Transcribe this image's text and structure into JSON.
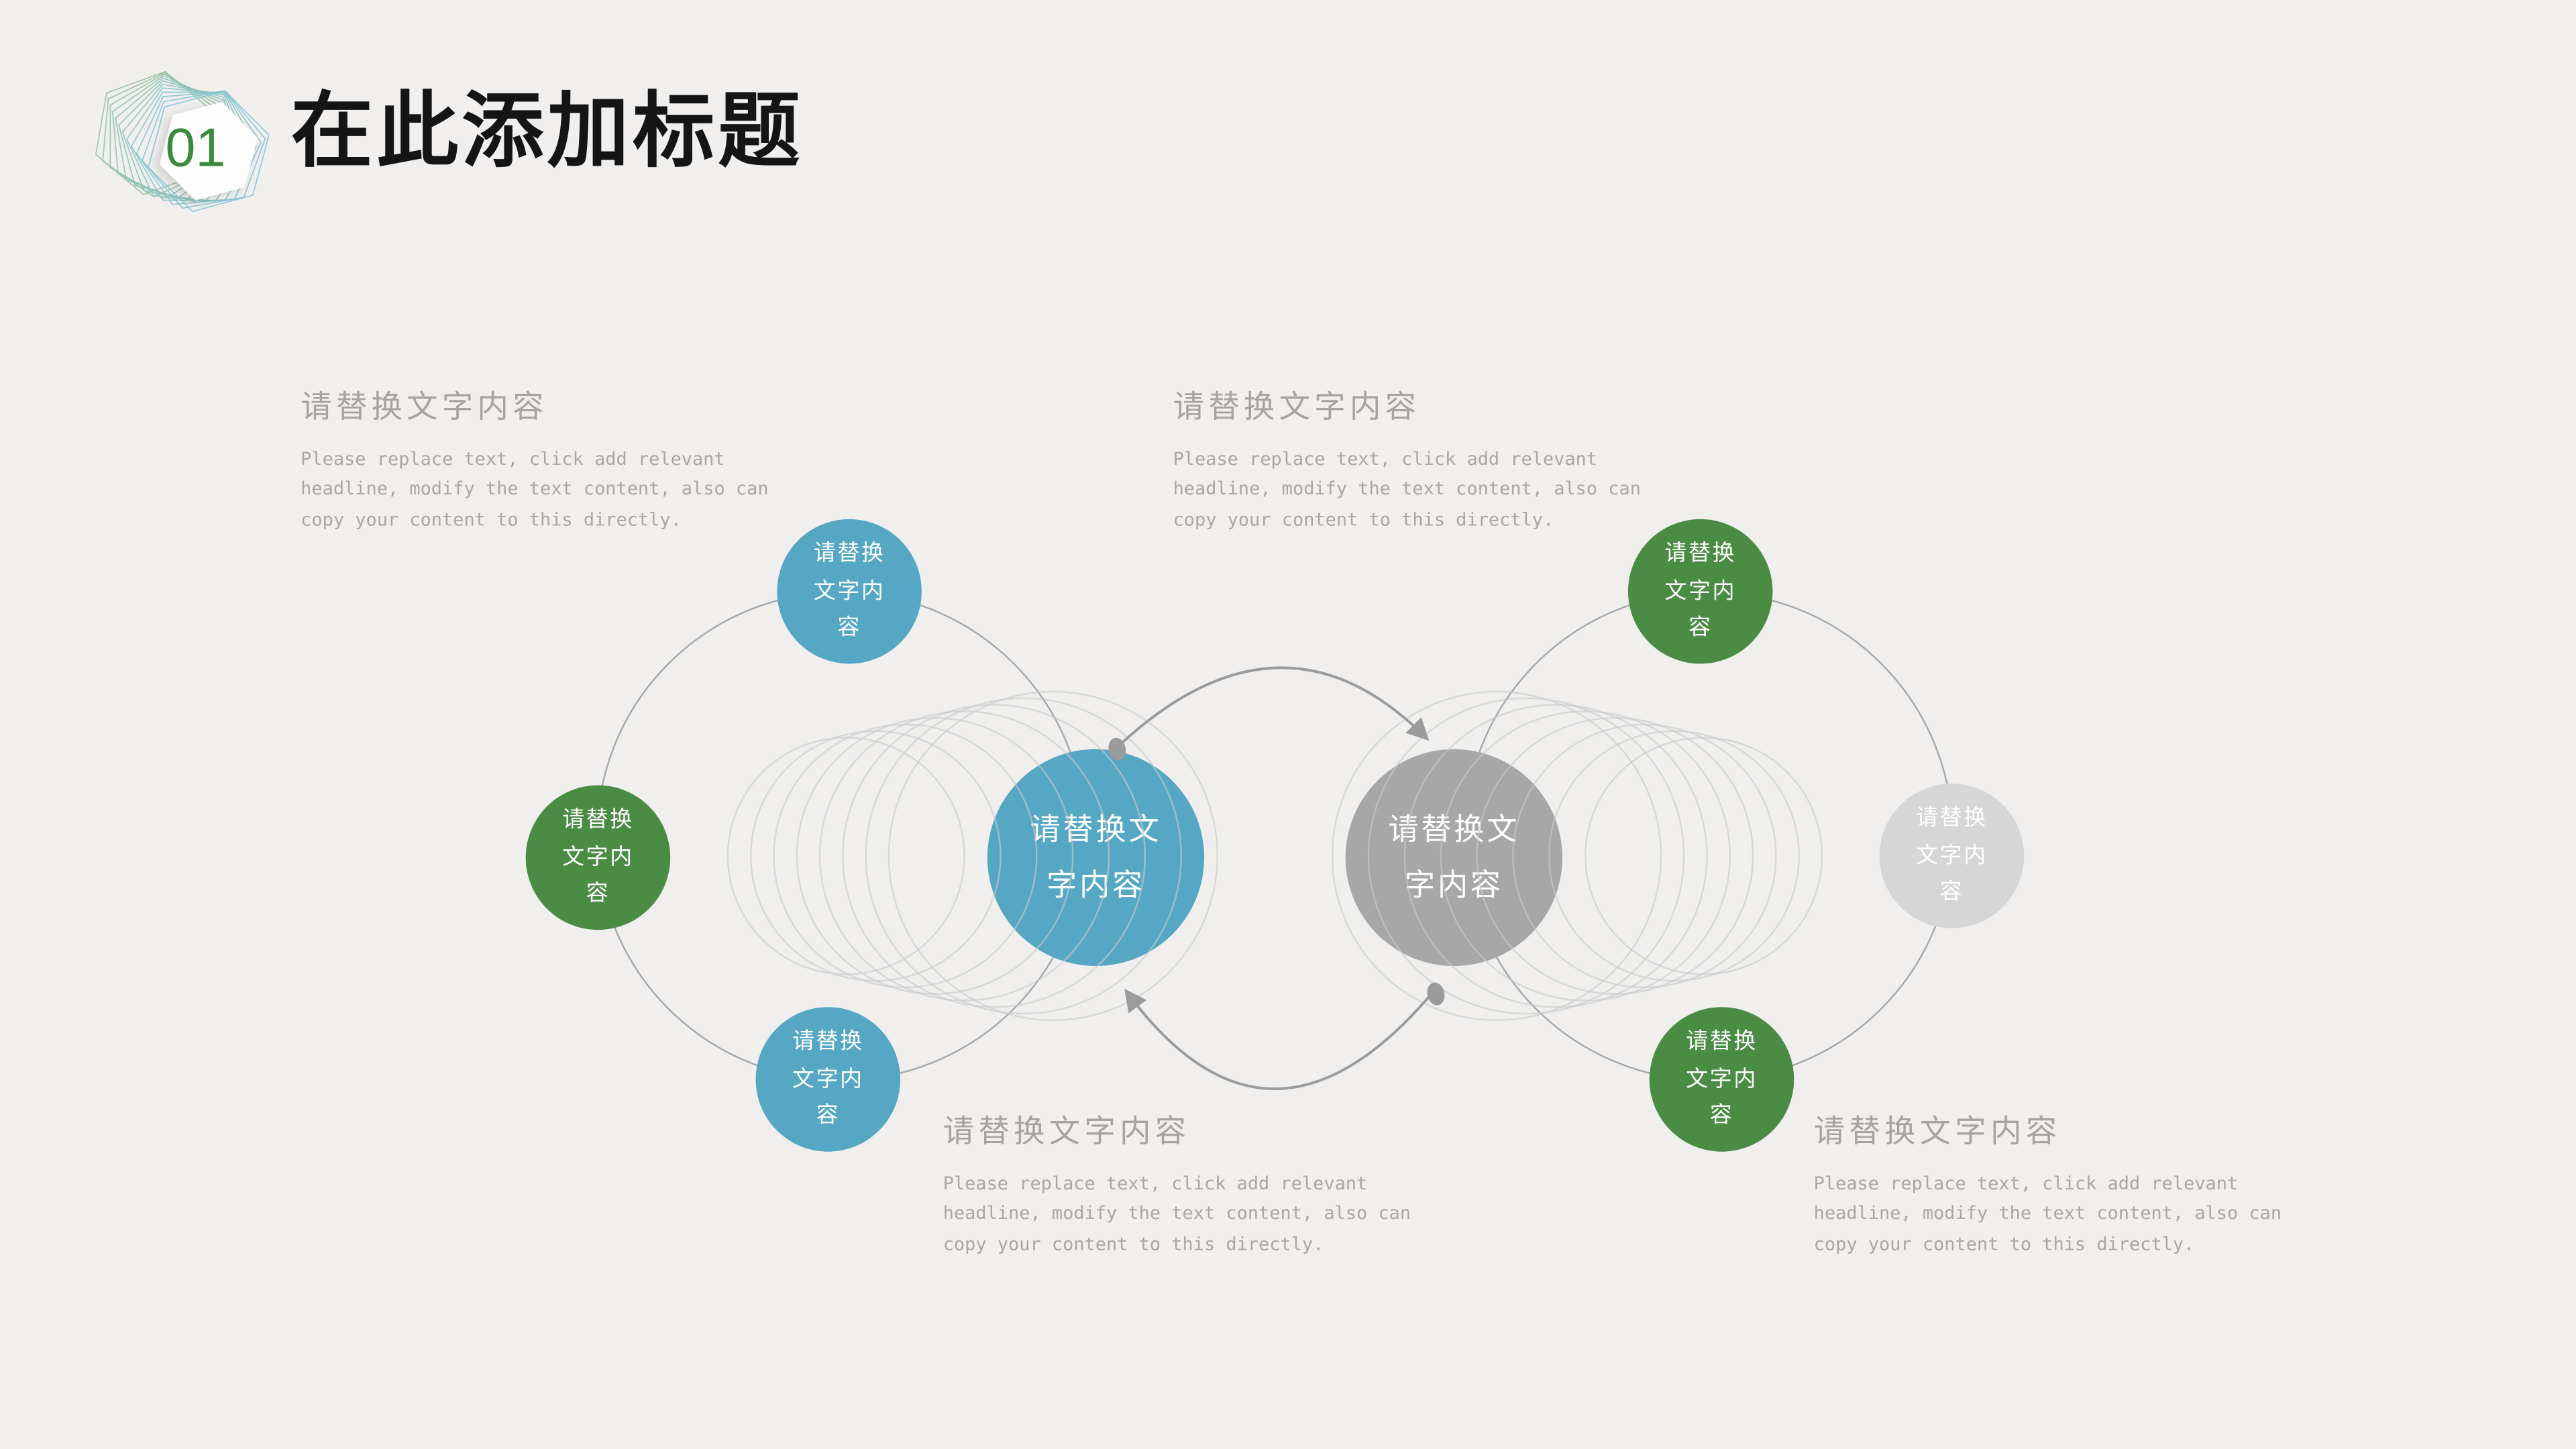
{
  "header": {
    "badge_number": "01",
    "title": "在此添加标题"
  },
  "colors": {
    "background": "#f0efee",
    "accent_blue": "#55a7c4",
    "accent_green": "#4b8c44",
    "accent_gray": "#a7a7a7",
    "accent_light_gray": "#d6d6d6",
    "badge_green": "#3e8a3d",
    "muted_text": "#a9a6a3",
    "line_gray": "#9b9b9b"
  },
  "text_blocks": [
    {
      "heading": "请替换文字内容",
      "body": "Please replace text, click add relevant headline, modify the text content, also can copy your content to this directly."
    },
    {
      "heading": "请替换文字内容",
      "body": "Please replace text, click add relevant headline, modify the text content, also can copy your content to this directly."
    },
    {
      "heading": "请替换文字内容",
      "body": "Please replace text, click add relevant headline, modify the text content, also can copy your content to this directly."
    },
    {
      "heading": "请替换文字内容",
      "body": "Please replace text, click add relevant headline, modify the text content, also can copy your content to this directly."
    }
  ],
  "diagram": {
    "nodes": {
      "left_hub": {
        "label": "请替换文字内容"
      },
      "right_hub": {
        "label": "请替换文字内容"
      },
      "left_top": {
        "label": "请替换文字内容"
      },
      "left_side": {
        "label": "请替换文字内容"
      },
      "left_bottom": {
        "label": "请替换文字内容"
      },
      "right_top": {
        "label": "请替换文字内容"
      },
      "right_side": {
        "label": "请替换文字内容"
      },
      "right_bottom": {
        "label": "请替换文字内容"
      }
    }
  }
}
